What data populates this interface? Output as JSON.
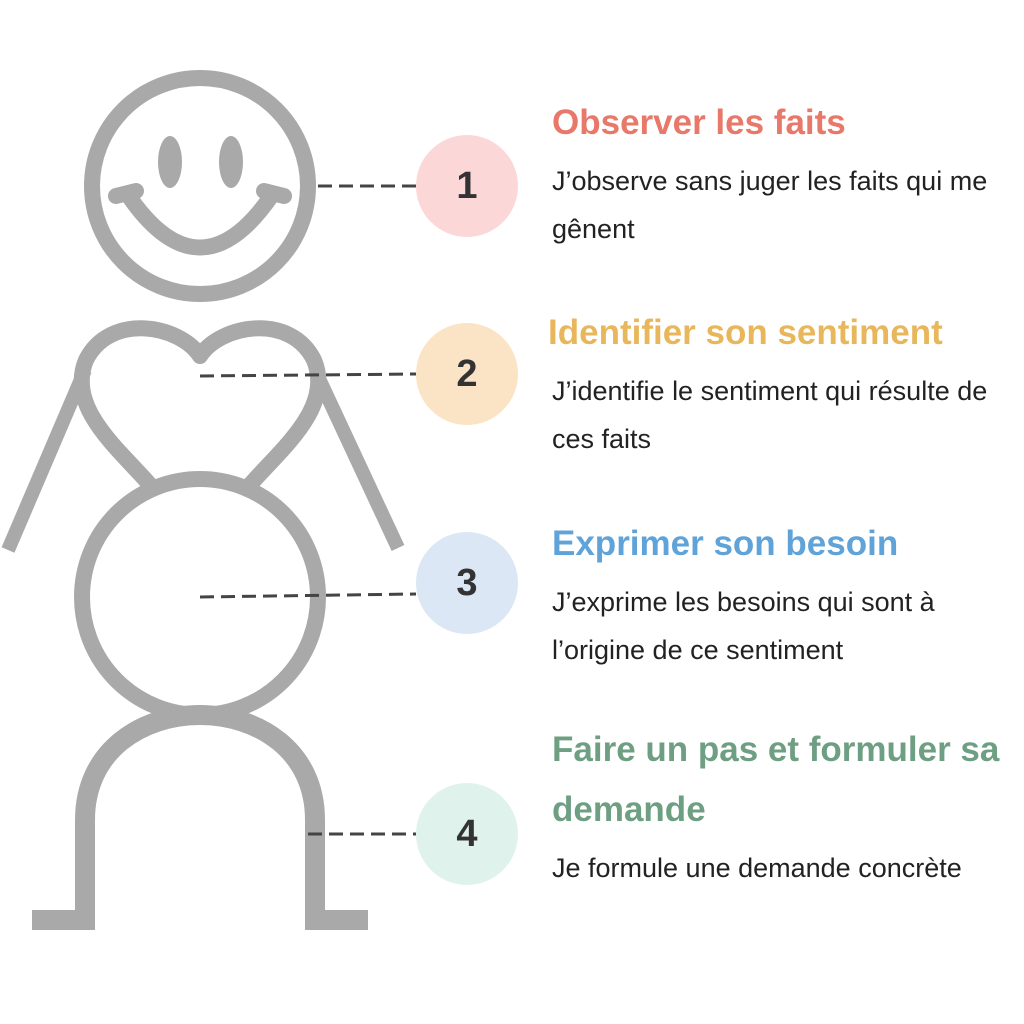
{
  "colors": {
    "figure": "#a9a9a9",
    "connector": "#444444",
    "step1": "#e8786a",
    "step1_badge": "#fcd7d8",
    "step2": "#e8b75c",
    "step2_badge": "#fbe4c6",
    "step3": "#5fa3d8",
    "step3_badge": "#dbe7f5",
    "step4": "#6e9f83",
    "step4_badge": "#e0f2ec"
  },
  "steps": [
    {
      "number": "1",
      "title": "Observer les faits",
      "description": "J’observe sans juger les faits qui me gênent"
    },
    {
      "number": "2",
      "title": "Identifier son sentiment",
      "description": "J’identifie le sentiment qui résulte de ces faits"
    },
    {
      "number": "3",
      "title": "Exprimer son besoin",
      "description": "J’exprime les besoins qui sont à l’origine de ce sentiment"
    },
    {
      "number": "4",
      "title": "Faire un pas et formuler sa demande",
      "description": "Je formule une demande concrète"
    }
  ]
}
